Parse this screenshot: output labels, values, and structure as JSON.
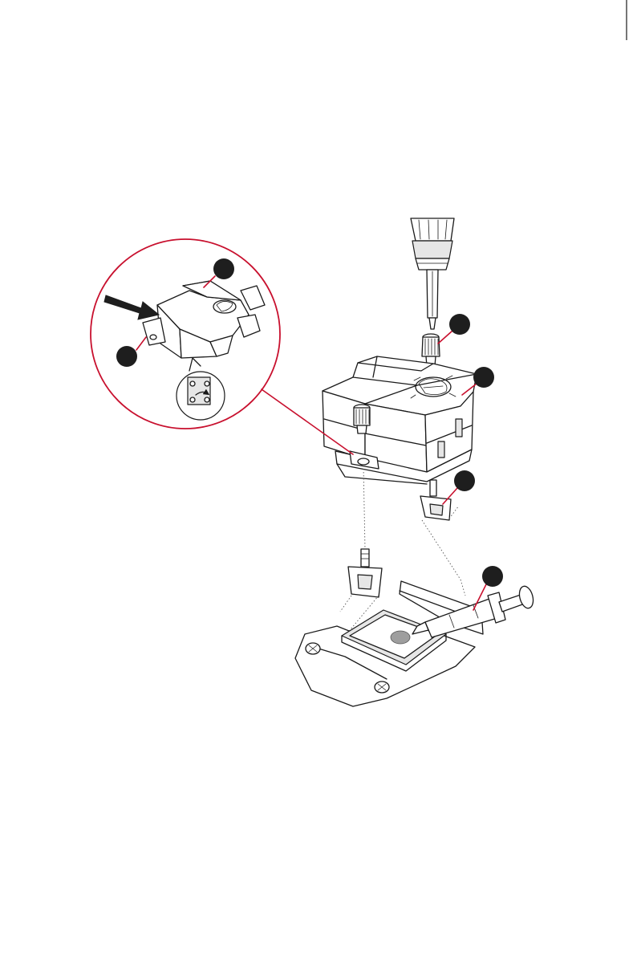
{
  "colors": {
    "callout_line": "#c8102e",
    "step_badge": "#1e1e1e",
    "thermal_paste": "#9e9e9e",
    "background": "#ffffff"
  },
  "icons": {
    "screwdriver": "screwdriver-icon",
    "push_arrow": "push-arrow-icon",
    "rotate_arrow": "rotate-arrow-icon"
  },
  "steps": [
    {
      "id": "step-badge-zoom-top",
      "part": "pump-head-top-cover"
    },
    {
      "id": "step-badge-zoom-left",
      "part": "mounting-bracket-tab"
    },
    {
      "id": "step-badge-screw",
      "part": "thumb-screw"
    },
    {
      "id": "step-badge-pump",
      "part": "pump-block"
    },
    {
      "id": "step-badge-standoff",
      "part": "standoff-bracket"
    },
    {
      "id": "step-badge-paste",
      "part": "thermal-paste-syringe"
    }
  ]
}
